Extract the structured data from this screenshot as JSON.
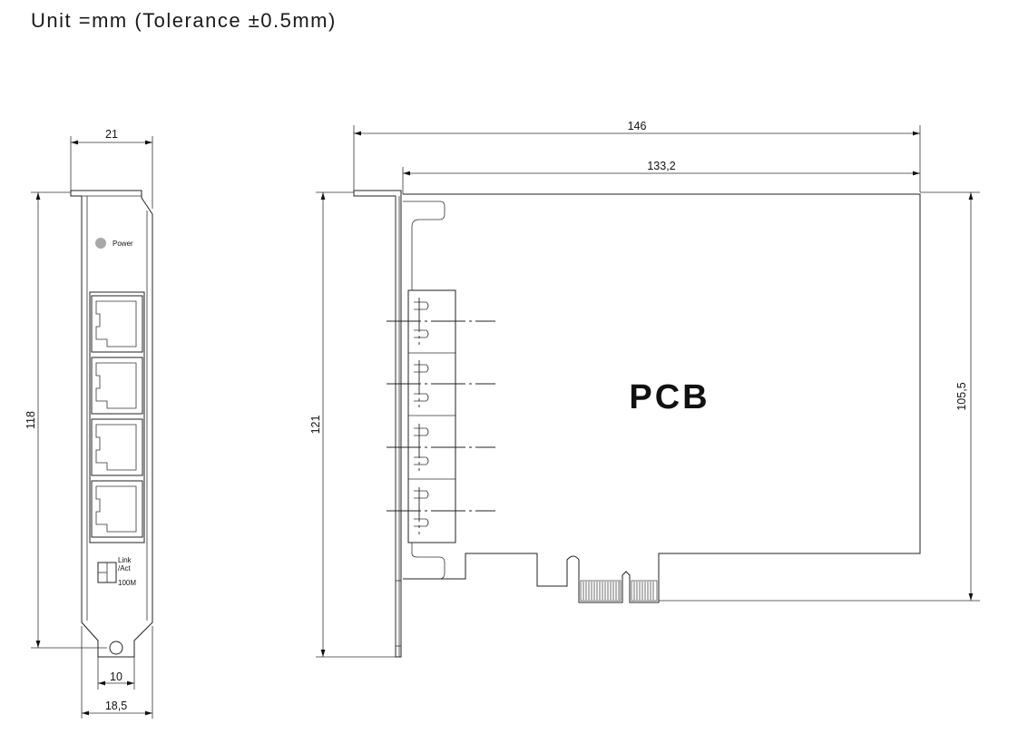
{
  "header": {
    "unit_note": "Unit =mm (Tolerance ±0.5mm)"
  },
  "bracket_view": {
    "dims": {
      "width_top": "21",
      "height": "118",
      "screw_width": "10",
      "bottom_width": "18,5"
    },
    "labels": {
      "power": "Power",
      "link": "Link",
      "act": "/Act",
      "speed": "100M"
    },
    "port_count": 4
  },
  "board_view": {
    "dims": {
      "overall_length": "146",
      "pcb_length": "133,2",
      "bracket_height": "121",
      "pcb_height": "105,5"
    },
    "pcb_label": "PCB",
    "led_pair_count": 4
  }
}
